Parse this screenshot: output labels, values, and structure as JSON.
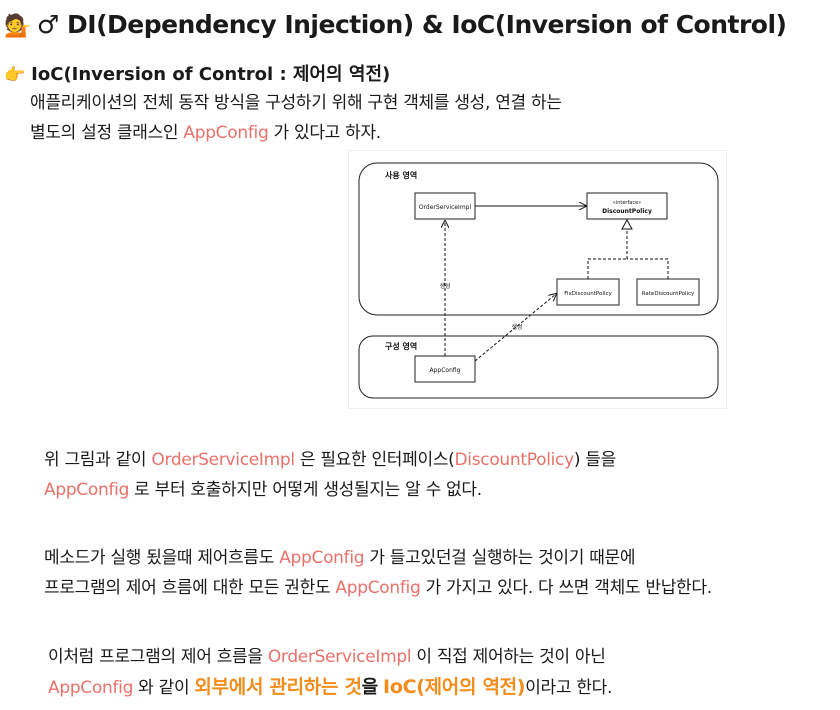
{
  "heading": {
    "emoji": "💁",
    "text": "♂ DI(Dependency Injection) & IoC(Inversion of Control)"
  },
  "subheading": {
    "emoji": "👉",
    "text": "IoC(Inversion of Control : 제어의 역전)"
  },
  "intro": {
    "line1": "애플리케이션의 전체 동작 방식을 구성하기 위해 구현 객체를 생성, 연결 하는",
    "line2_pre": "별도의 설정 클래스인 ",
    "line2_hl": "AppConfig",
    "line2_post": " 가 있다고 하자."
  },
  "diagram": {
    "usage_area": "사용 영역",
    "config_area": "구성 영역",
    "order_service_impl": "OrderServiceImpl",
    "interface_stereo": "«interface»",
    "discount_policy": "DiscountPolicy",
    "fix_discount_policy": "FixDiscountPolicy",
    "rate_discount_policy": "RateDiscountPolicy",
    "app_config": "AppConfig",
    "create_label_1": "생성",
    "create_label_2": "생성"
  },
  "para1": {
    "line1_pre": "위 그림과 같이 ",
    "line1_hl1": "OrderServiceImpl",
    "line1_mid": " 은 필요한 인터페이스(",
    "line1_hl2": "DiscountPolicy",
    "line1_post": ") 들을",
    "line2_hl": "AppConfig",
    "line2_post": " 로 부터 호출하지만 어떻게 생성될지는 알 수 없다."
  },
  "para2": {
    "line1_pre": "메소드가 실행 됬을때 제어흐름도 ",
    "line1_hl": "AppConfig",
    "line1_post": " 가 들고있던걸 실행하는 것이기 때문에",
    "line2_pre": "프로그램의 제어 흐름에 대한 모든 권한도 ",
    "line2_hl": "AppConfig",
    "line2_post": " 가 가지고 있다. 다 쓰면 객체도 반납한다."
  },
  "para3": {
    "line1_pre": "이처럼 프로그램의 제어 흐름을 ",
    "line1_hl": "OrderServiceImpl",
    "line1_post": " 이 직접 제어하는 것이 아닌",
    "line2_hl": "AppConfig",
    "line2_mid": " 와 같이 ",
    "line2_strong1": "외부에서 관리하는 것",
    "line2_bold": "을",
    "line2_strong2": "IoC(제어의 역전)",
    "line2_post": "이라고 한다."
  }
}
